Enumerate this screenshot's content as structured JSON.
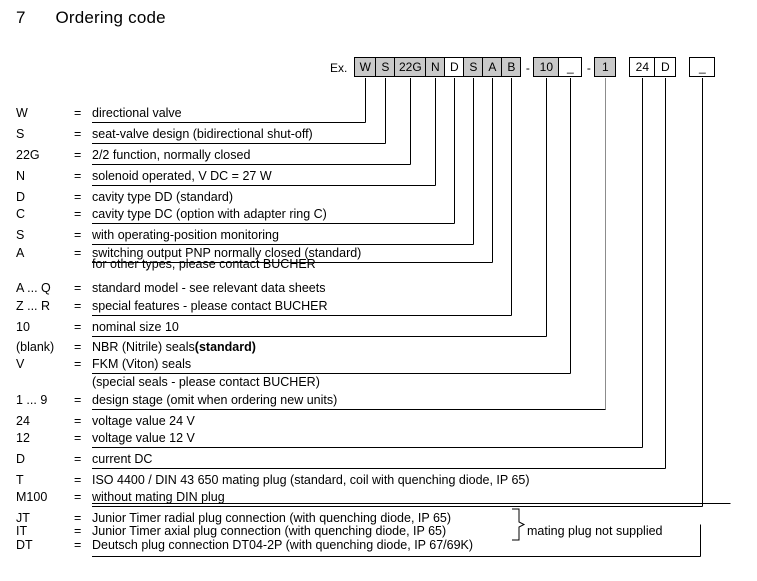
{
  "page": {
    "section_number": "7",
    "title": "Ordering code",
    "example_label": "Ex."
  },
  "code_boxes": [
    {
      "text": "W",
      "shaded": true,
      "width": 22,
      "name": "code-box-w"
    },
    {
      "text": "S",
      "shaded": true,
      "width": 20,
      "name": "code-box-s"
    },
    {
      "text": "22G",
      "shaded": true,
      "width": 32,
      "name": "code-box-22g"
    },
    {
      "text": "N",
      "shaded": true,
      "width": 20,
      "name": "code-box-n"
    },
    {
      "text": "D",
      "shaded": false,
      "width": 20,
      "name": "code-box-d"
    },
    {
      "text": "S",
      "shaded": true,
      "width": 20,
      "name": "code-box-s2"
    },
    {
      "text": "A",
      "shaded": true,
      "width": 20,
      "name": "code-box-a"
    },
    {
      "text": "B",
      "shaded": true,
      "width": 20,
      "name": "code-box-b"
    },
    {
      "text": "-",
      "sep": true,
      "width": 13,
      "name": "code-separator-1"
    },
    {
      "text": "10",
      "shaded": true,
      "width": 26,
      "name": "code-box-10"
    },
    {
      "text": "_",
      "shaded": false,
      "width": 24,
      "name": "code-box-seal"
    },
    {
      "text": "-",
      "sep": true,
      "width": 13,
      "name": "code-separator-2"
    },
    {
      "text": "1",
      "shaded": true,
      "width": 22,
      "name": "code-box-design-stage"
    },
    {
      "text": "",
      "gap": true,
      "width": 14,
      "name": "code-gap-1"
    },
    {
      "text": "24",
      "shaded": false,
      "width": 26,
      "name": "code-box-voltage"
    },
    {
      "text": "D",
      "shaded": false,
      "width": 22,
      "name": "code-box-current"
    },
    {
      "text": "",
      "gap": true,
      "width": 14,
      "name": "code-gap-2"
    },
    {
      "text": "_",
      "shaded": false,
      "width": 26,
      "name": "code-box-plug"
    }
  ],
  "legend": [
    {
      "key": "W",
      "eq": "=",
      "value": "directional valve",
      "name": "legend-row-w"
    },
    {
      "key": "S",
      "eq": "=",
      "value": "seat-valve design (bidirectional shut-off)",
      "name": "legend-row-s"
    },
    {
      "key": "22G",
      "eq": "=",
      "value": "2/2 function, normally closed",
      "name": "legend-row-22g"
    },
    {
      "key": "N",
      "eq": "=",
      "value": "solenoid operated, V DC = 27  W",
      "name": "legend-row-n"
    },
    {
      "key": "D",
      "eq": "=",
      "value": "cavity type DD  (standard)",
      "name": "legend-row-d"
    },
    {
      "key": "C",
      "eq": "=",
      "value": "cavity type DC  (option with adapter ring C)",
      "name": "legend-row-c"
    },
    {
      "key": "S",
      "eq": "=",
      "value": "with operating-position monitoring",
      "name": "legend-row-s2"
    },
    {
      "key": "A",
      "eq": "=",
      "value": "switching output PNP normally closed (standard)",
      "name": "legend-row-a"
    },
    {
      "key": "A ... Q",
      "eq": "=",
      "value": "standard model - see relevant data sheets",
      "name": "legend-row-aq"
    },
    {
      "key": "Z ... R",
      "eq": "=",
      "value": "special features - please contact BUCHER",
      "name": "legend-row-zr"
    },
    {
      "key": "10",
      "eq": "=",
      "value": "nominal size 10",
      "name": "legend-row-10"
    },
    {
      "key": "(blank)",
      "eq": "=",
      "value": "NBR (Nitrile) seals ",
      "name": "legend-row-blank"
    },
    {
      "key": "V",
      "eq": "=",
      "value": "FKM (Viton) seals",
      "name": "legend-row-v"
    },
    {
      "key": "1 ... 9",
      "eq": "=",
      "value": "design stage (omit when ordering new units)",
      "name": "legend-row-19"
    },
    {
      "key": "24",
      "eq": "=",
      "value": "voltage value 24 V",
      "name": "legend-row-24"
    },
    {
      "key": "12",
      "eq": "=",
      "value": "voltage value 12 V",
      "name": "legend-row-12"
    },
    {
      "key": "D",
      "eq": "=",
      "value": "current  DC",
      "name": "legend-row-dc"
    },
    {
      "key": "T",
      "eq": "=",
      "value": "ISO 4400 / DIN 43 650 mating plug (standard, coil with quenching diode, IP 65)",
      "name": "legend-row-t"
    },
    {
      "key": "M100",
      "eq": "=",
      "value": "without mating DIN plug",
      "name": "legend-row-m100"
    },
    {
      "key": "JT",
      "eq": "=",
      "value": "Junior Timer radial plug connection (with quenching diode, IP 65)",
      "name": "legend-row-jt"
    },
    {
      "key": "IT",
      "eq": "=",
      "value": "Junior Timer axial plug connection (with quenching diode, IP 65)",
      "name": "legend-row-it"
    },
    {
      "key": "DT",
      "eq": "=",
      "value": "Deutsch plug connection DT04-2P (with quenching diode, IP 67/69K)",
      "name": "legend-row-dt"
    }
  ],
  "continuations": {
    "a_second_line": "for other types, please contact BUCHER",
    "v_second_line": "(special seals - please contact BUCHER)"
  },
  "emphasis": {
    "nbr_standard": "(standard)"
  },
  "brace_note": "mating plug not supplied",
  "colors": {
    "box_shaded": "#c9c9c9",
    "line": "#000000",
    "line_gray": "#8c8c8c",
    "text": "#000000",
    "background": "#ffffff"
  }
}
